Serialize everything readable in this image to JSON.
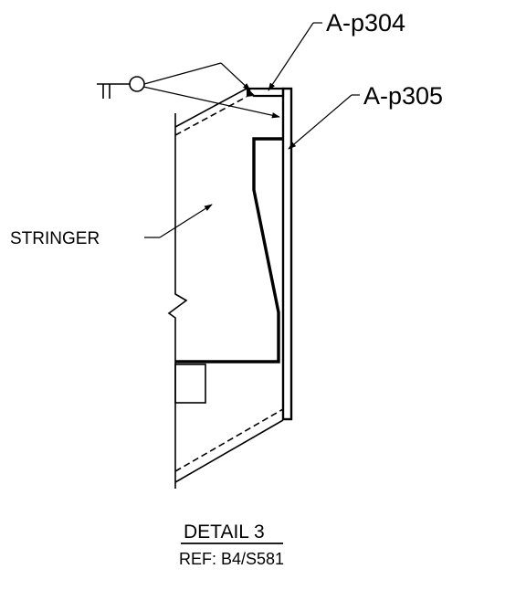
{
  "callouts": {
    "top_right": "A-p304",
    "right": "A-p305",
    "left": "STRINGER"
  },
  "title_block": {
    "title": "DETAIL 3",
    "reference": "REF: B4/S581"
  },
  "weld_symbol": {
    "type": "groove weld, all-around",
    "icon": "weld-symbol-icon"
  },
  "colors": {
    "ink": "#000000",
    "background": "#ffffff"
  }
}
